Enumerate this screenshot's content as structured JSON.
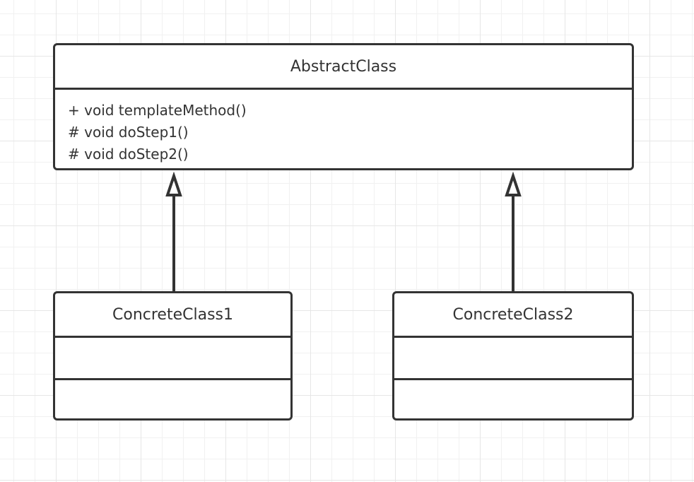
{
  "diagram": {
    "abstract_class": {
      "name": "AbstractClass",
      "methods": [
        "+ void templateMethod()",
        "# void doStep1()",
        "# void doStep2()"
      ]
    },
    "concrete_classes": [
      {
        "name": "ConcreteClass1"
      },
      {
        "name": "ConcreteClass2"
      }
    ],
    "relations": [
      {
        "from": "ConcreteClass1",
        "to": "AbstractClass",
        "type": "generalization"
      },
      {
        "from": "ConcreteClass2",
        "to": "AbstractClass",
        "type": "generalization"
      }
    ],
    "stroke_color": "#333333"
  }
}
